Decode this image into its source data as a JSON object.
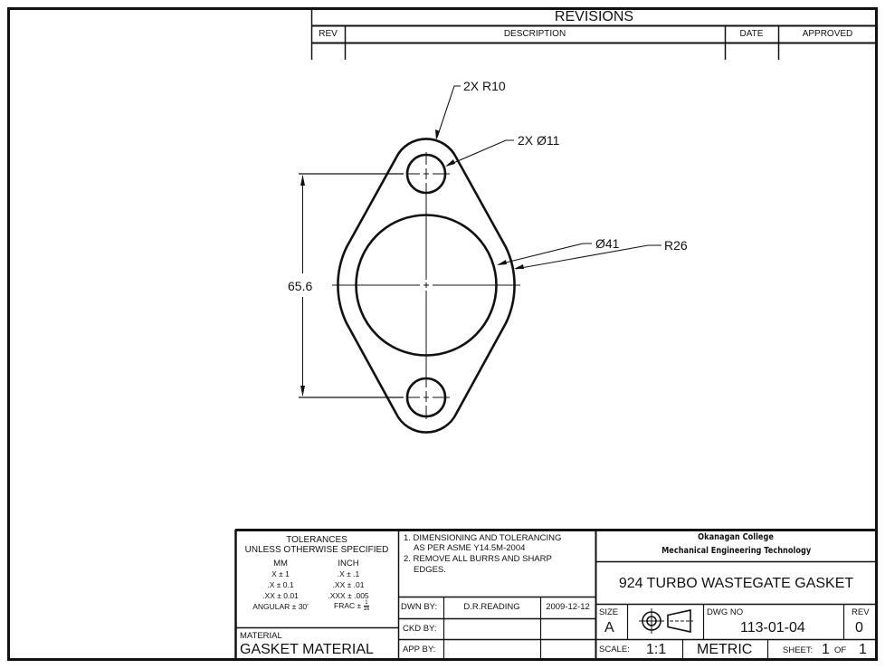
{
  "revisions": {
    "title": "REVISIONS",
    "columns": [
      "REV",
      "DESCRIPTION",
      "DATE",
      "APPROVED"
    ],
    "rows": []
  },
  "drawing": {
    "annotations": {
      "fillet_radius": "2X R10",
      "bolt_hole_diameter": "2X Ø11",
      "bore_diameter": "Ø41",
      "outer_radius": "R26",
      "hole_spacing": "65.6"
    }
  },
  "title_block": {
    "tolerances": {
      "heading": "TOLERANCES",
      "subheading": "UNLESS OTHERWISE SPECIFIED",
      "mm_label": "MM",
      "inch_label": "INCH",
      "mm_values": [
        "X ± 1",
        ".X ± 0.1",
        ".XX ± 0.01",
        "ANGULAR ± 30'"
      ],
      "inch_values": [
        ".X ± .1",
        ".XX ± .01",
        ".XXX ± .005",
        "FRAC ±"
      ],
      "frac_num": "1",
      "frac_den": "16"
    },
    "material": {
      "label": "MATERIAL",
      "value": "GASKET MATERIAL"
    },
    "notes": [
      "1. DIMENSIONING AND TOLERANCING",
      "AS PER ASME Y14.5M-2004",
      "2. REMOVE ALL BURRS AND SHARP",
      "EDGES."
    ],
    "signoffs": [
      {
        "label": "DWN BY:",
        "name": "D.R.READING",
        "date": "2009-12-12"
      },
      {
        "label": "CKD BY:",
        "name": "",
        "date": ""
      },
      {
        "label": "APP BY:",
        "name": "",
        "date": ""
      }
    ],
    "institution": {
      "line1": "Okanagan College",
      "line2": "Mechanical Engineering Technology"
    },
    "drawing_title": "924 TURBO WASTEGATE GASKET",
    "size_label": "SIZE",
    "size_value": "A",
    "projection_icon": "third-angle-projection-icon",
    "dwg_no_label": "DWG NO",
    "dwg_no_value": "113-01-04",
    "rev_label": "REV",
    "rev_value": "0",
    "scale_label": "SCALE:",
    "scale_value": "1:1",
    "units": "METRIC",
    "sheet_label": "SHEET:",
    "sheet_value": "1",
    "of_label": "OF",
    "sheet_total": "1"
  }
}
